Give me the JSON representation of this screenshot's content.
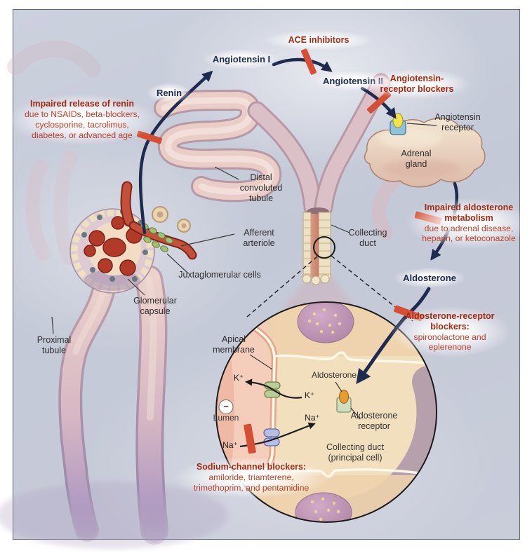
{
  "palette": {
    "background": "#c7ccd9",
    "pathway_navy": "#1e2b4e",
    "callout_title_red": "#a22b12",
    "callout_body_red": "#bf3f28",
    "blocker_bar_red": "#d44f35",
    "tubule_pink": "#e9cdc6",
    "cell_tan": "#f2dfbe"
  },
  "labels": {
    "renin": "Renin",
    "angiotensin_i": "Angiotensin I",
    "angiotensin_ii": "Angiotensin II",
    "aldosterone": "Aldosterone",
    "angiotensin_receptor": "Angiotensin receptor",
    "adrenal_gland": "Adrenal gland",
    "distal_convoluted_tubule": "Distal convoluted tubule",
    "afferent_arteriole": "Afferent arteriole",
    "collecting_duct": "Collecting duct",
    "juxtaglomerular_cells": "Juxtaglomerular cells",
    "glomerular_capsule": "Glomerular capsule",
    "proximal_tubule": "Proximal tubule"
  },
  "callouts": {
    "ace_inhibitors": {
      "title": "ACE inhibitors"
    },
    "impaired_renin": {
      "title": "Impaired release of renin",
      "body": "due to NSAIDs, beta-blockers, cyclosporine, tacrolimus, diabetes, or advanced age"
    },
    "arb": {
      "title": "Angiotensin-receptor blockers"
    },
    "impaired_aldosterone": {
      "title": "Impaired aldosterone metabolism",
      "body": "due to adrenal disease, heparin, or ketoconazole"
    },
    "aldosterone_blockers": {
      "title": "Aldosterone-receptor blockers:",
      "body": "spironolactone and eplerenone"
    },
    "sodium_channel_blockers": {
      "title": "Sodium-channel blockers:",
      "body": "amiloride, triamterene, trimethoprim, and pentamidine"
    }
  },
  "inset": {
    "apical_membrane": "Apical membrane",
    "lumen": "Lumen",
    "minus_sign": "−",
    "k_ion": "K⁺",
    "na_ion": "Na⁺",
    "aldosterone": "Aldosterone",
    "aldosterone_receptor": "Aldosterone receptor",
    "principal_cell": "Collecting duct (principal cell)"
  }
}
